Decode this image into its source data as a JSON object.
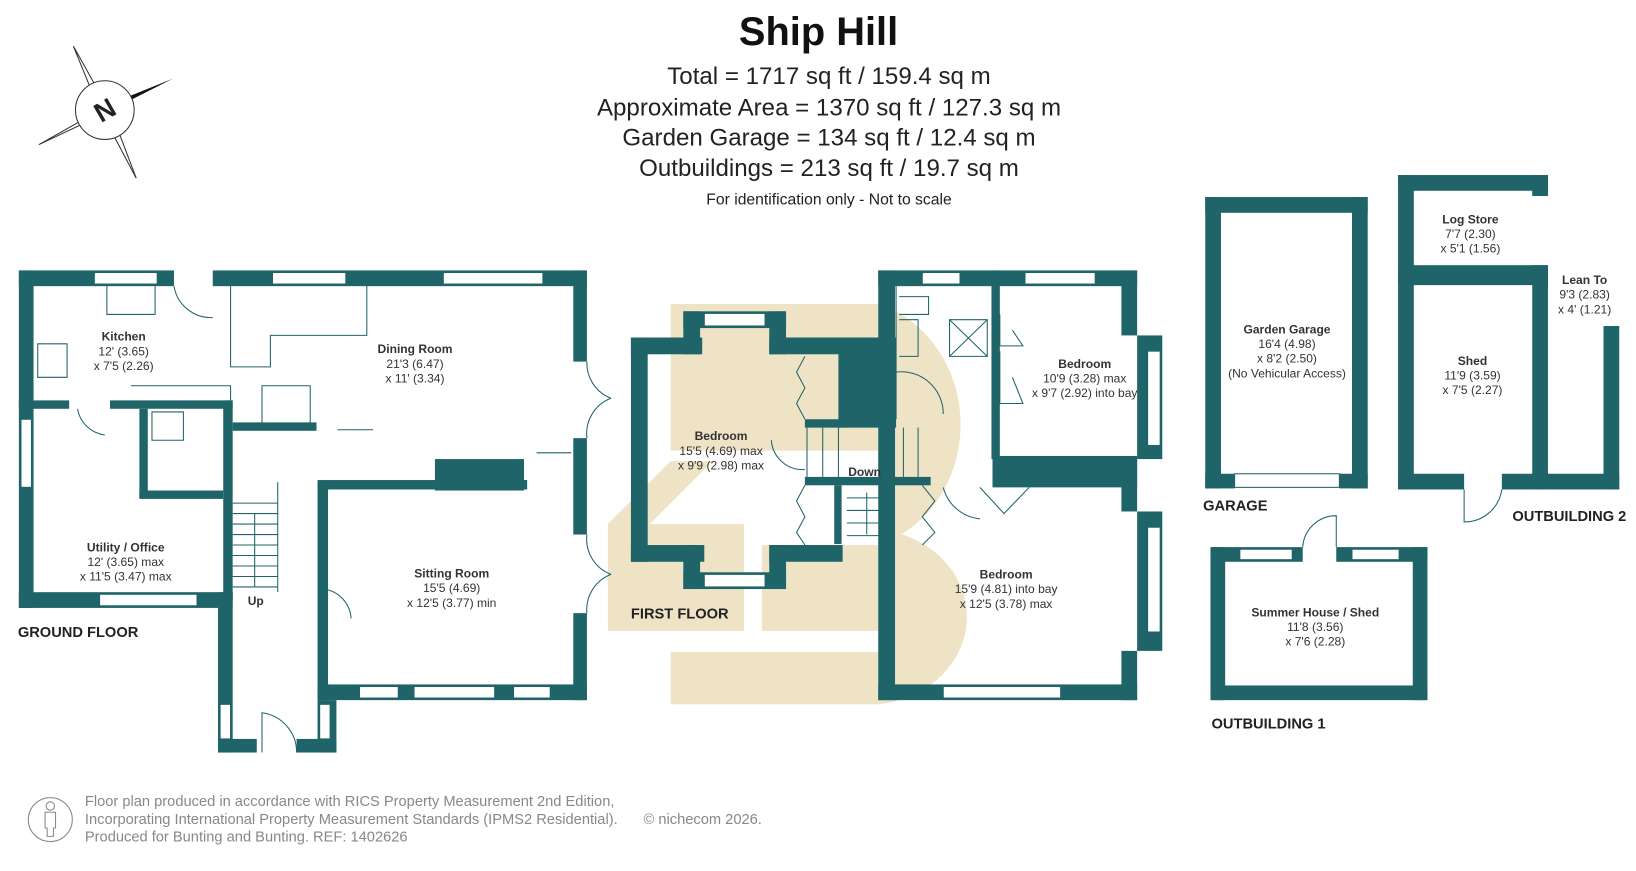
{
  "header": {
    "title": "Ship Hill",
    "areas": [
      "Total = 1717 sq ft / 159.4 sq m",
      "Approximate Area = 1370 sq ft / 127.3 sq m",
      "Garden Garage = 134 sq ft / 12.4 sq m",
      "Outbuildings = 213 sq ft / 19.7 sq m"
    ],
    "note": "For identification only - Not to scale"
  },
  "compass": {
    "label": "N"
  },
  "ground_floor": {
    "label": "GROUND FLOOR",
    "stairs_label": "Up",
    "rooms": [
      {
        "name": "Kitchen",
        "dim1": "12' (3.65)",
        "dim2": "x 7'5 (2.26)"
      },
      {
        "name": "Dining Room",
        "dim1": "21'3 (6.47)",
        "dim2": "x 11' (3.34)"
      },
      {
        "name": "Utility / Office",
        "dim1": "12' (3.65) max",
        "dim2": "x 11'5 (3.47) max"
      },
      {
        "name": "Sitting Room",
        "dim1": "15'5 (4.69)",
        "dim2": "x 12'5 (3.77) min"
      }
    ]
  },
  "first_floor": {
    "label": "FIRST FLOOR",
    "stairs_label": "Down",
    "rooms": [
      {
        "name": "Bedroom",
        "dim1": "15'5 (4.69) max",
        "dim2": "x 9'9 (2.98) max"
      },
      {
        "name": "Bedroom",
        "dim1": "10'9 (3.28) max",
        "dim2": "x 9'7 (2.92) into bay"
      },
      {
        "name": "Bedroom",
        "dim1": "15'9 (4.81) into bay",
        "dim2": "x 12'5 (3.78) max"
      }
    ]
  },
  "garage": {
    "label": "GARAGE",
    "room": {
      "name": "Garden Garage",
      "dim1": "16'4 (4.98)",
      "dim2": "x 8'2 (2.50)",
      "note": "(No Vehicular Access)"
    }
  },
  "outbuilding_2": {
    "label": "OUTBUILDING 2",
    "rooms": [
      {
        "name": "Log Store",
        "dim1": "7'7 (2.30)",
        "dim2": "x 5'1 (1.56)"
      },
      {
        "name": "Lean To",
        "dim1": "9'3 (2.83)",
        "dim2": "x 4' (1.21)"
      },
      {
        "name": "Shed",
        "dim1": "11'9 (3.59)",
        "dim2": "x 7'5 (2.27)"
      }
    ]
  },
  "outbuilding_1": {
    "label": "OUTBUILDING 1",
    "room": {
      "name": "Summer House / Shed",
      "dim1": "11'8 (3.56)",
      "dim2": "x 7'6 (2.28)"
    }
  },
  "footer": {
    "lines": [
      "Floor plan produced in accordance with RICS Property Measurement 2nd Edition,",
      "Incorporating International Property Measurement Standards (IPMS2 Residential).",
      "Produced for Bunting and Bunting.   REF:  1402626"
    ],
    "copyright": "© nichecom 2026."
  },
  "colors": {
    "wall": "#1f6468",
    "watermark": "#efe3c6"
  }
}
